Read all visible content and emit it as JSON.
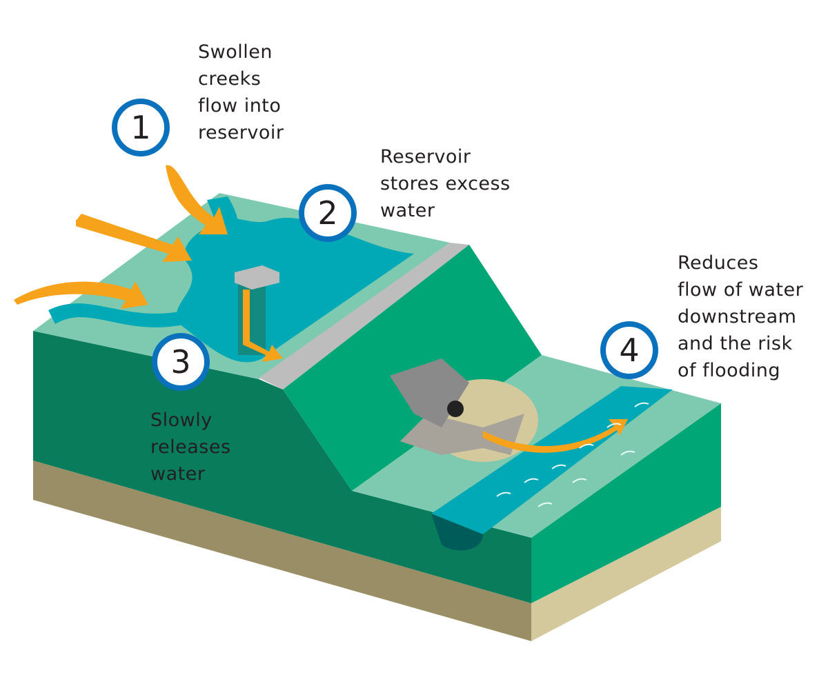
{
  "steps": [
    {
      "number": "1",
      "text": "Swollen\ncreeks\nflow into\nreservoir"
    },
    {
      "number": "2",
      "text": "Reservoir\nstores excess\nwater"
    },
    {
      "number": "3",
      "text": "Slowly\nreleases\nwater"
    },
    {
      "number": "4",
      "text": "Reduces\nflow of water\ndownstream\nand the risk\nof flooding"
    }
  ],
  "colors": {
    "land_top": "#7dcab0",
    "water": "#00a9b5",
    "dam_slope": "#00a676",
    "front_face": "#087c5b",
    "soil": "#9a8e66",
    "soil_light": "#d4c99c",
    "arrow": "#f7a21b",
    "badge": "#0a72bc",
    "concrete": "#bdbdbd"
  }
}
